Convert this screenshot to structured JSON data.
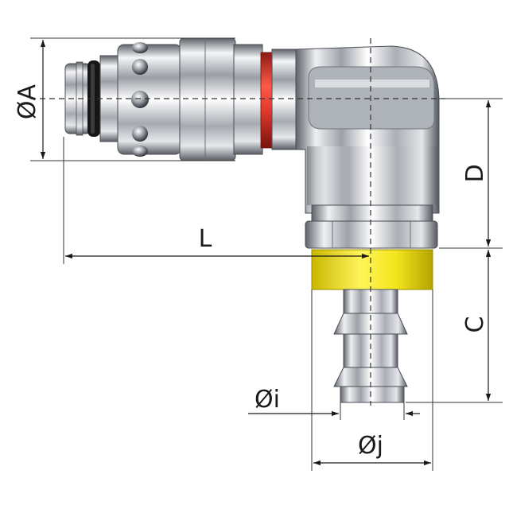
{
  "diagram": {
    "labels": {
      "dia_a": "ØA",
      "length_l": "L",
      "dim_d": "D",
      "dim_c": "C",
      "dia_i": "Øi",
      "dia_j": "Øj"
    },
    "colors": {
      "metal": "#c8ccd2",
      "metal_dark": "#6c7078",
      "seal_ring": "#e23a2e",
      "sleeve": "#f2e51b",
      "o_ring": "#151515",
      "ink": "#1a1a1a"
    },
    "parts": [
      "male-plug",
      "o-ring",
      "locking-balls",
      "red-seal-band",
      "elbow-body",
      "hex-nut",
      "yellow-sleeve",
      "hose-barb"
    ]
  }
}
